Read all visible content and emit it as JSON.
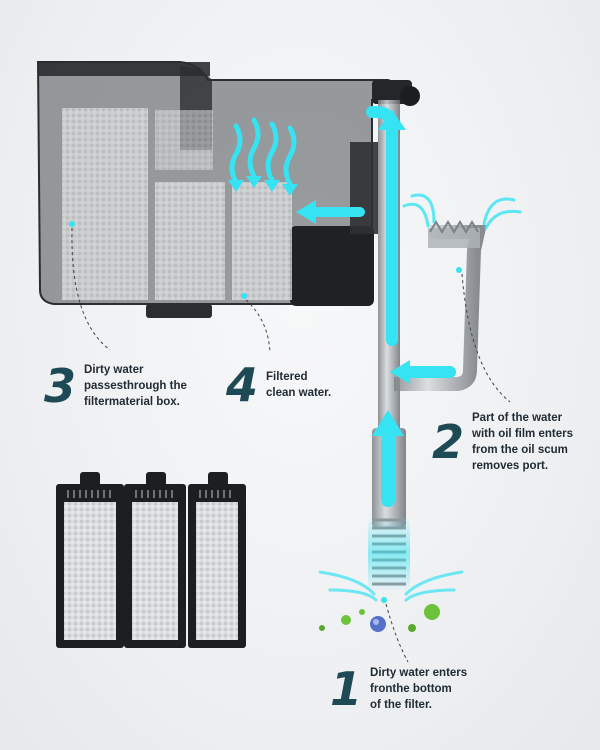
{
  "steps": [
    {
      "number": "1",
      "lines": [
        "Dirty water enters",
        "fronthe bottom",
        "of the filter."
      ]
    },
    {
      "number": "2",
      "lines": [
        "Part of the water",
        "with oil film enters",
        "from the oil scum",
        "removes port."
      ]
    },
    {
      "number": "3",
      "lines": [
        "Dirty water",
        "passesthrough the",
        "filtermaterial box."
      ]
    },
    {
      "number": "4",
      "lines": [
        "Filtered",
        "clean water."
      ]
    }
  ],
  "colors": {
    "number": "#1e4a55",
    "text": "#1f2a33",
    "flow": "#35e3f2",
    "housing": "#2b2e31",
    "cartridge_frame": "#1c1e20",
    "filter_media": "#d9dadc",
    "bacteria": "#6cc23a",
    "particle": "#5670c9"
  },
  "icons": [
    "water-flow-arrow-icon",
    "filter-cartridge-icon",
    "bacteria-icon",
    "callout-dot-icon"
  ]
}
